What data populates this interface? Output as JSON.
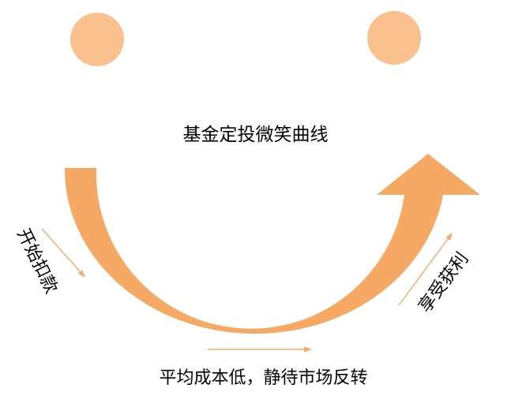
{
  "diagram": {
    "title": "基金定投微笑曲线",
    "left_label": "开始扣款",
    "right_label": "享受获利",
    "bottom_caption": "平均成本低，静待市场反转"
  },
  "colors": {
    "background": "#FFFFFF",
    "eye": "#FAC08E",
    "curve": "#F5A962",
    "thin_arrow": "#F5AB66",
    "text": "#000000"
  }
}
